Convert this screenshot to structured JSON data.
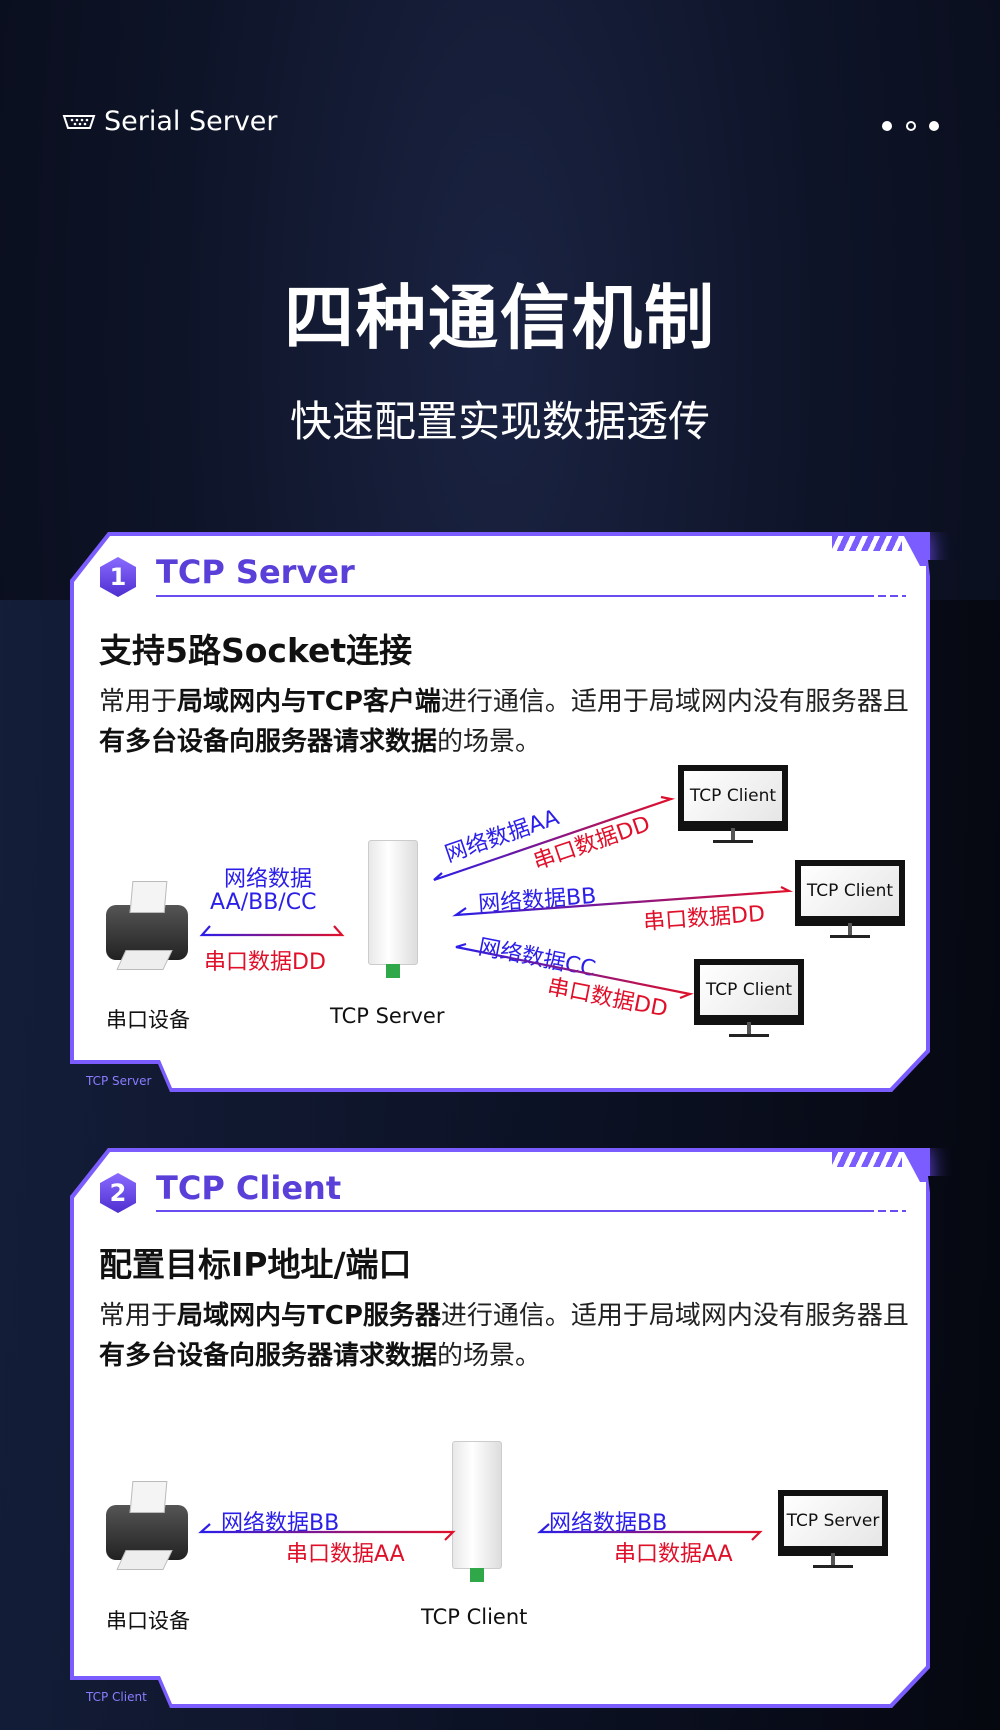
{
  "header": {
    "brand": "Serial Server",
    "brand_icon": "serial-port-icon",
    "pager": {
      "count": 3,
      "active": 1
    }
  },
  "hero": {
    "title": "四种通信机制",
    "subtitle": "快速配置实现数据透传"
  },
  "colors": {
    "accent": "#6b4cf0",
    "network_data": "#2a1ee8",
    "serial_data": "#e0102a"
  },
  "cards": [
    {
      "number": "1",
      "title": "TCP Server",
      "heading": "支持5路Socket连接",
      "para": [
        {
          "t": "常用于"
        },
        {
          "t": "局域网内与TCP客户端",
          "b": true
        },
        {
          "t": "进行通信。适用于局域网内没有服务器且"
        },
        {
          "t": "有多台设备向服务器请求数据",
          "b": true
        },
        {
          "t": "的场景。"
        }
      ],
      "left_net": "网络数据",
      "left_net2": "AA/BB/CC",
      "left_serial": "串口数据DD",
      "device_label": "串口设备",
      "module_label": "TCP Server",
      "clients": [
        {
          "label": "TCP Client",
          "net": "网络数据AA",
          "serial": "串口数据DD"
        },
        {
          "label": "TCP Client",
          "net": "网络数据BB",
          "serial": "串口数据DD"
        },
        {
          "label": "TCP Client",
          "net": "网络数据CC",
          "serial": "串口数据DD"
        }
      ],
      "footer": "TCP Server"
    },
    {
      "number": "2",
      "title": "TCP Client",
      "heading": "配置目标IP地址/端口",
      "para": [
        {
          "t": "常用于"
        },
        {
          "t": "局域网内与TCP服务器",
          "b": true
        },
        {
          "t": "进行通信。适用于局域网内没有服务器且"
        },
        {
          "t": "有多台设备向服务器请求数据",
          "b": true
        },
        {
          "t": "的场景。"
        }
      ],
      "left_net": "网络数据BB",
      "left_serial": "串口数据AA",
      "right_net": "网络数据BB",
      "right_serial": "串口数据AA",
      "device_label": "串口设备",
      "module_label": "TCP Client",
      "server_label": "TCP Server",
      "footer": "TCP Client"
    }
  ]
}
